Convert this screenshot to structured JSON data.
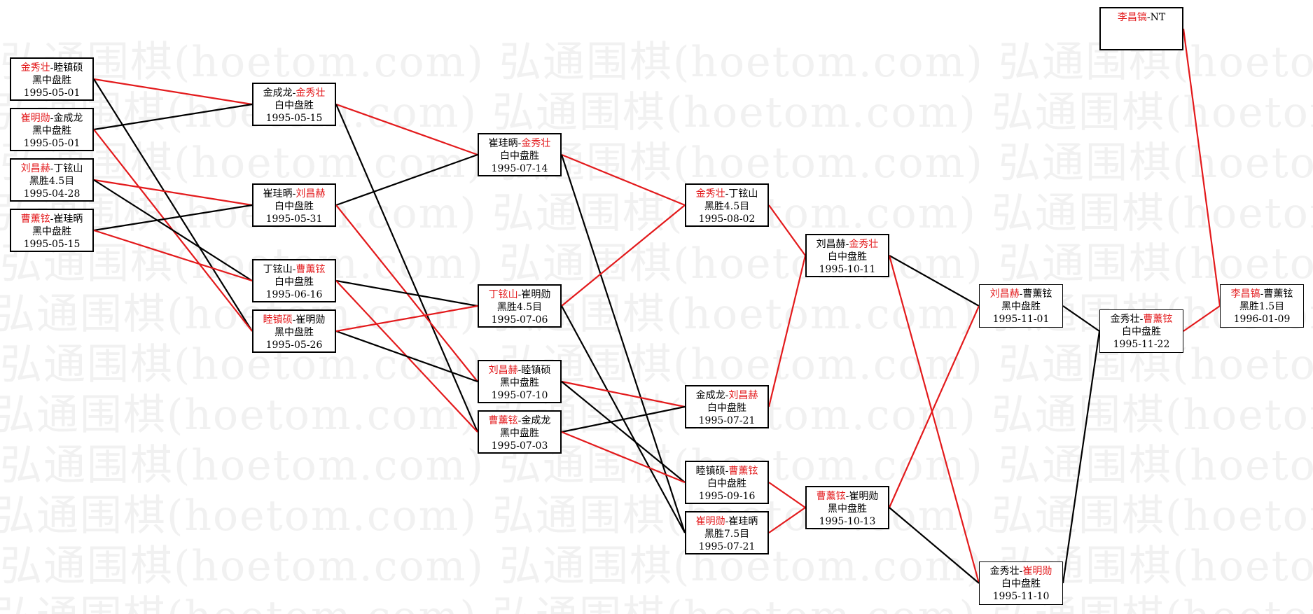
{
  "watermark": "弘通围棋(hoetom.com)",
  "colors": {
    "winner": "#e31a1c",
    "edge_win": "#e31a1c",
    "edge_loss": "#000000"
  },
  "games": [
    {
      "id": "g1",
      "p1": "金秀壮",
      "p2": "睦镇硕",
      "winner": 1,
      "result": "黑中盘胜",
      "date": "1995-05-01"
    },
    {
      "id": "g2",
      "p1": "崔明勋",
      "p2": "金成龙",
      "winner": 1,
      "result": "黑中盘胜",
      "date": "1995-05-01"
    },
    {
      "id": "g3",
      "p1": "刘昌赫",
      "p2": "丁铉山",
      "winner": 1,
      "result": "黑胜4.5目",
      "date": "1995-04-28"
    },
    {
      "id": "g4",
      "p1": "曹薰铉",
      "p2": "崔珪昞",
      "winner": 1,
      "result": "黑中盘胜",
      "date": "1995-05-15"
    },
    {
      "id": "g5",
      "p1": "金成龙",
      "p2": "金秀壮",
      "winner": 2,
      "result": "白中盘胜",
      "date": "1995-05-15"
    },
    {
      "id": "g6",
      "p1": "崔珪昞",
      "p2": "刘昌赫",
      "winner": 2,
      "result": "白中盘胜",
      "date": "1995-05-31"
    },
    {
      "id": "g7",
      "p1": "丁铉山",
      "p2": "曹薰铉",
      "winner": 2,
      "result": "白中盘胜",
      "date": "1995-06-16"
    },
    {
      "id": "g8",
      "p1": "睦镇硕",
      "p2": "崔明勋",
      "winner": 1,
      "result": "黑中盘胜",
      "date": "1995-05-26"
    },
    {
      "id": "g9",
      "p1": "崔珪昞",
      "p2": "金秀壮",
      "winner": 2,
      "result": "白中盘胜",
      "date": "1995-07-14"
    },
    {
      "id": "g10",
      "p1": "丁铉山",
      "p2": "崔明勋",
      "winner": 1,
      "result": "黑胜4.5目",
      "date": "1995-07-06"
    },
    {
      "id": "g11",
      "p1": "刘昌赫",
      "p2": "睦镇硕",
      "winner": 1,
      "result": "黑中盘胜",
      "date": "1995-07-10"
    },
    {
      "id": "g12",
      "p1": "曹薰铉",
      "p2": "金成龙",
      "winner": 1,
      "result": "黑中盘胜",
      "date": "1995-07-03"
    },
    {
      "id": "g13",
      "p1": "金秀壮",
      "p2": "丁铉山",
      "winner": 1,
      "result": "黑胜4.5目",
      "date": "1995-08-02"
    },
    {
      "id": "g14",
      "p1": "金成龙",
      "p2": "刘昌赫",
      "winner": 2,
      "result": "白中盘胜",
      "date": "1995-07-21"
    },
    {
      "id": "g15",
      "p1": "睦镇硕",
      "p2": "曹薰铉",
      "winner": 2,
      "result": "白中盘胜",
      "date": "1995-09-16"
    },
    {
      "id": "g16",
      "p1": "崔明勋",
      "p2": "崔珪昞",
      "winner": 1,
      "result": "黑胜7.5目",
      "date": "1995-07-21"
    },
    {
      "id": "g17",
      "p1": "刘昌赫",
      "p2": "金秀壮",
      "winner": 2,
      "result": "白中盘胜",
      "date": "1995-10-11"
    },
    {
      "id": "g18",
      "p1": "曹薰铉",
      "p2": "崔明勋",
      "winner": 1,
      "result": "黑中盘胜",
      "date": "1995-10-13"
    },
    {
      "id": "g19",
      "p1": "刘昌赫",
      "p2": "曹薰铉",
      "winner": 1,
      "result": "黑中盘胜",
      "date": "1995-11-01"
    },
    {
      "id": "g20",
      "p1": "金秀壮",
      "p2": "崔明勋",
      "winner": 2,
      "result": "白中盘胜",
      "date": "1995-11-10"
    },
    {
      "id": "g21",
      "p1": "金秀壮",
      "p2": "曹薰铉",
      "winner": 2,
      "result": "白中盘胜",
      "date": "1995-11-22"
    },
    {
      "id": "g22",
      "p1": "李昌镐",
      "p2": "NT",
      "winner": 1,
      "result": "",
      "date": ""
    },
    {
      "id": "g23",
      "p1": "李昌镐",
      "p2": "曹薰铉",
      "winner": 1,
      "result": "黑胜1.5目",
      "date": "1996-01-09"
    }
  ],
  "edges": [
    {
      "from": "g1",
      "to": "g5",
      "win": true
    },
    {
      "from": "g1",
      "to": "g8",
      "win": false
    },
    {
      "from": "g2",
      "to": "g5",
      "win": false
    },
    {
      "from": "g2",
      "to": "g8",
      "win": true
    },
    {
      "from": "g3",
      "to": "g6",
      "win": true
    },
    {
      "from": "g3",
      "to": "g7",
      "win": false
    },
    {
      "from": "g4",
      "to": "g6",
      "win": false
    },
    {
      "from": "g4",
      "to": "g7",
      "win": true
    },
    {
      "from": "g5",
      "to": "g9",
      "win": true
    },
    {
      "from": "g5",
      "to": "g12",
      "win": false
    },
    {
      "from": "g6",
      "to": "g9",
      "win": false
    },
    {
      "from": "g6",
      "to": "g11",
      "win": true
    },
    {
      "from": "g7",
      "to": "g10",
      "win": false
    },
    {
      "from": "g7",
      "to": "g12",
      "win": true
    },
    {
      "from": "g8",
      "to": "g11",
      "win": false
    },
    {
      "from": "g8",
      "to": "g10",
      "win": true
    },
    {
      "from": "g9",
      "to": "g13",
      "win": true
    },
    {
      "from": "g9",
      "to": "g16",
      "win": false
    },
    {
      "from": "g10",
      "to": "g13",
      "win": true
    },
    {
      "from": "g10",
      "to": "g16",
      "win": false
    },
    {
      "from": "g11",
      "to": "g14",
      "win": true
    },
    {
      "from": "g11",
      "to": "g15",
      "win": false
    },
    {
      "from": "g12",
      "to": "g14",
      "win": false
    },
    {
      "from": "g12",
      "to": "g15",
      "win": true
    },
    {
      "from": "g13",
      "to": "g17",
      "win": true
    },
    {
      "from": "g14",
      "to": "g17",
      "win": true
    },
    {
      "from": "g15",
      "to": "g18",
      "win": true
    },
    {
      "from": "g16",
      "to": "g18",
      "win": true
    },
    {
      "from": "g17",
      "to": "g19",
      "win": false
    },
    {
      "from": "g17",
      "to": "g20",
      "win": true
    },
    {
      "from": "g18",
      "to": "g19",
      "win": true
    },
    {
      "from": "g18",
      "to": "g20",
      "win": false
    },
    {
      "from": "g19",
      "to": "g21",
      "win": false
    },
    {
      "from": "g20",
      "to": "g21",
      "win": false
    },
    {
      "from": "g21",
      "to": "g23",
      "win": true
    },
    {
      "from": "g22",
      "to": "g23",
      "win": true
    }
  ]
}
